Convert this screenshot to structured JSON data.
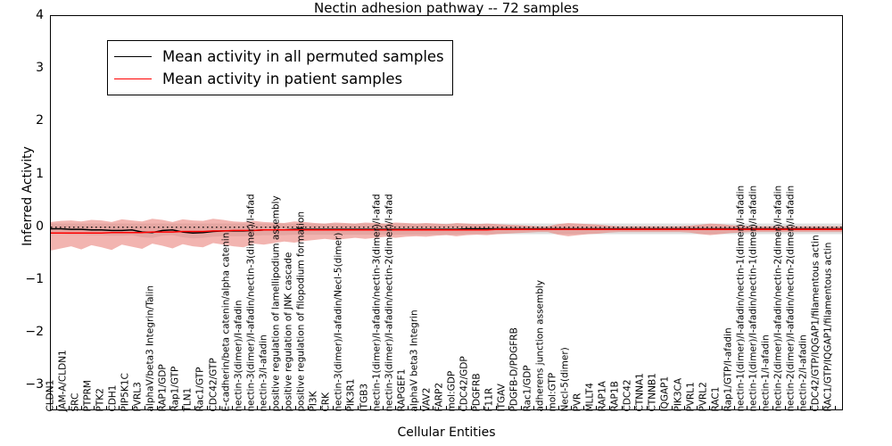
{
  "chart_data": {
    "type": "line",
    "title": "Nectin adhesion pathway -- 72 samples",
    "xlabel": "Cellular Entities",
    "ylabel": "Inferred Activity",
    "ylim": [
      -3.45,
      4.0
    ],
    "yticks": [
      -3,
      -2,
      -1,
      0,
      1,
      2,
      3,
      4
    ],
    "ytick_labels": [
      "−3",
      "−2",
      "−1",
      "0",
      "1",
      "2",
      "3",
      "4"
    ],
    "grid": false,
    "legend_position": "upper left",
    "colors": {
      "permuted_line": "#000000",
      "patient_line": "#ff0000",
      "permuted_band": "#cccccc",
      "patient_band": "#f08080",
      "axis": "#000000",
      "background": "#ffffff"
    },
    "legend": [
      {
        "label": "Mean activity in all permuted samples",
        "color": "#000000"
      },
      {
        "label": "Mean activity in patient samples",
        "color": "#ff0000"
      }
    ],
    "series": [
      {
        "name": "Mean activity in all permuted samples",
        "color": "#000000",
        "values": [
          -0.03,
          -0.03,
          -0.04,
          -0.04,
          -0.05,
          -0.05,
          -0.06,
          -0.06,
          -0.05,
          -0.09,
          -0.1,
          -0.06,
          -0.05,
          -0.09,
          -0.11,
          -0.1,
          -0.08,
          -0.07,
          -0.07,
          -0.07,
          -0.06,
          -0.05,
          -0.05,
          -0.05,
          -0.04,
          -0.04,
          -0.04,
          -0.04,
          -0.04,
          -0.04,
          -0.04,
          -0.04,
          -0.04,
          -0.04,
          -0.04,
          -0.04,
          -0.04,
          -0.04,
          -0.04,
          -0.04,
          -0.04,
          -0.03,
          -0.03,
          -0.03,
          -0.03,
          -0.03,
          -0.03,
          -0.03,
          -0.03,
          -0.03,
          -0.03,
          -0.03,
          -0.03,
          -0.03,
          -0.03,
          -0.03,
          -0.03,
          -0.03,
          -0.03,
          -0.03,
          -0.03,
          -0.03,
          -0.03,
          -0.03,
          -0.03,
          -0.03,
          -0.03,
          -0.03,
          -0.03,
          -0.03,
          -0.03,
          -0.03,
          -0.03,
          -0.03,
          -0.03,
          -0.03,
          -0.03,
          -0.03,
          -0.03
        ]
      },
      {
        "name": "Mean activity in patient samples",
        "color": "#ff0000",
        "values": [
          -0.11,
          -0.11,
          -0.11,
          -0.11,
          -0.11,
          -0.11,
          -0.1,
          -0.1,
          -0.1,
          -0.1,
          -0.09,
          -0.09,
          -0.09,
          -0.08,
          -0.08,
          -0.08,
          -0.07,
          -0.07,
          -0.06,
          -0.06,
          -0.06,
          -0.05,
          -0.05,
          -0.05,
          -0.05,
          -0.05,
          -0.05,
          -0.05,
          -0.05,
          -0.05,
          -0.05,
          -0.05,
          -0.05,
          -0.05,
          -0.05,
          -0.05,
          -0.05,
          -0.05,
          -0.05,
          -0.05,
          -0.05,
          -0.05,
          -0.05,
          -0.05,
          -0.04,
          -0.04,
          -0.04,
          -0.04,
          -0.04,
          -0.04,
          -0.04,
          -0.04,
          -0.04,
          -0.04,
          -0.04,
          -0.04,
          -0.04,
          -0.04,
          -0.04,
          -0.04,
          -0.04,
          -0.04,
          -0.04,
          -0.04,
          -0.04,
          -0.04,
          -0.04,
          -0.04,
          -0.04,
          -0.04,
          -0.04,
          -0.04,
          -0.04,
          -0.04,
          -0.04,
          -0.04,
          -0.04,
          -0.04,
          -0.04
        ]
      }
    ],
    "bands": {
      "permuted": {
        "upper": [
          0.07,
          0.07,
          0.07,
          0.07,
          0.07,
          0.07,
          0.07,
          0.07,
          0.07,
          0.07,
          0.07,
          0.07,
          0.07,
          0.07,
          0.07,
          0.07,
          0.07,
          0.07,
          0.07,
          0.07,
          0.07,
          0.07,
          0.07,
          0.07,
          0.07,
          0.07,
          0.07,
          0.07,
          0.07,
          0.07,
          0.07,
          0.07,
          0.07,
          0.07,
          0.07,
          0.07,
          0.07,
          0.07,
          0.07,
          0.07,
          0.07,
          0.07,
          0.07,
          0.07,
          0.07,
          0.07,
          0.07,
          0.07,
          0.07,
          0.07,
          0.07,
          0.07,
          0.07,
          0.07,
          0.07,
          0.07,
          0.07,
          0.07,
          0.07,
          0.07,
          0.07,
          0.07,
          0.07,
          0.07,
          0.07,
          0.07,
          0.07,
          0.07,
          0.07,
          0.07,
          0.07,
          0.07,
          0.07,
          0.07,
          0.07,
          0.07,
          0.07,
          0.07,
          0.07
        ],
        "lower": [
          -0.13,
          -0.13,
          -0.14,
          -0.14,
          -0.15,
          -0.15,
          -0.16,
          -0.16,
          -0.15,
          -0.19,
          -0.2,
          -0.16,
          -0.15,
          -0.19,
          -0.21,
          -0.2,
          -0.18,
          -0.17,
          -0.17,
          -0.17,
          -0.16,
          -0.15,
          -0.15,
          -0.15,
          -0.14,
          -0.14,
          -0.14,
          -0.14,
          -0.14,
          -0.14,
          -0.14,
          -0.14,
          -0.14,
          -0.14,
          -0.14,
          -0.14,
          -0.14,
          -0.14,
          -0.14,
          -0.14,
          -0.14,
          -0.13,
          -0.13,
          -0.13,
          -0.13,
          -0.13,
          -0.13,
          -0.13,
          -0.13,
          -0.13,
          -0.13,
          -0.13,
          -0.13,
          -0.13,
          -0.13,
          -0.13,
          -0.13,
          -0.13,
          -0.13,
          -0.13,
          -0.13,
          -0.13,
          -0.13,
          -0.13,
          -0.13,
          -0.13,
          -0.13,
          -0.13,
          -0.13,
          -0.13,
          -0.13,
          -0.13,
          -0.13,
          -0.13,
          -0.13,
          -0.13,
          -0.13,
          -0.13,
          -0.13
        ]
      },
      "patient": {
        "upper": [
          0.1,
          0.12,
          0.13,
          0.11,
          0.14,
          0.13,
          0.1,
          0.15,
          0.13,
          0.11,
          0.16,
          0.14,
          0.1,
          0.15,
          0.13,
          0.12,
          0.16,
          0.14,
          0.11,
          0.1,
          0.12,
          0.1,
          0.09,
          0.08,
          0.11,
          0.1,
          0.08,
          0.07,
          0.09,
          0.08,
          0.07,
          0.09,
          0.08,
          0.07,
          0.09,
          0.08,
          0.07,
          0.08,
          0.07,
          0.06,
          0.08,
          0.07,
          0.06,
          0.07,
          0.06,
          0.05,
          0.04,
          0.03,
          0.02,
          0.02,
          0.06,
          0.08,
          0.07,
          0.06,
          0.05,
          0.03,
          0.02,
          0.02,
          0.02,
          0.02,
          0.02,
          0.02,
          0.02,
          0.03,
          0.05,
          0.07,
          0.06,
          0.04,
          0.03,
          0.02,
          0.02,
          0.02,
          0.02,
          0.02,
          0.02,
          0.02,
          0.02,
          0.02,
          0.02
        ],
        "lower": [
          -0.44,
          -0.4,
          -0.36,
          -0.42,
          -0.34,
          -0.38,
          -0.43,
          -0.33,
          -0.37,
          -0.41,
          -0.31,
          -0.35,
          -0.4,
          -0.32,
          -0.36,
          -0.38,
          -0.3,
          -0.33,
          -0.36,
          -0.38,
          -0.31,
          -0.33,
          -0.3,
          -0.27,
          -0.29,
          -0.26,
          -0.24,
          -0.22,
          -0.24,
          -0.22,
          -0.2,
          -0.22,
          -0.2,
          -0.18,
          -0.2,
          -0.18,
          -0.17,
          -0.18,
          -0.16,
          -0.15,
          -0.17,
          -0.15,
          -0.14,
          -0.15,
          -0.13,
          -0.12,
          -0.11,
          -0.1,
          -0.09,
          -0.09,
          -0.14,
          -0.17,
          -0.15,
          -0.13,
          -0.12,
          -0.1,
          -0.09,
          -0.09,
          -0.09,
          -0.09,
          -0.09,
          -0.09,
          -0.09,
          -0.1,
          -0.13,
          -0.15,
          -0.13,
          -0.11,
          -0.1,
          -0.09,
          -0.09,
          -0.09,
          -0.09,
          -0.09,
          -0.09,
          -0.09,
          -0.09,
          -0.09,
          -0.09
        ]
      }
    },
    "categories": [
      "CLDN1",
      "JAM-A/CLDN1",
      "SRC",
      "PTPRM",
      "PTK2",
      "CDH1",
      "PIP5K1C",
      "PVRL3",
      "alphaV/beta3 Integrin/Talin",
      "RAP1/GDP",
      "Rap1/GTP",
      "TLN1",
      "Rac1/GTP",
      "CDC42/GTP",
      "E-cadherin/beta catenin/alpha catenin",
      "nectin-3(dimer)/I-afadin",
      "nectin-3(dimer)/I-afadin/nectin-3(dimer)/I-afad",
      "nectin-3/I-afadin",
      "positive regulation of lamellipodium assembly",
      "positive regulation of JNK cascade",
      "positive regulation of filopodium formation",
      "PI3K",
      "CRK",
      "nectin-3(dimer)/I-afadin/Necl-5(dimer)",
      "PIK3R1",
      "ITGB3",
      "nectin-1(dimer)/I-afadin/nectin-3(dimer)/I-afad",
      "nectin-3(dimer)/I-afadin/nectin-2(dimer)/I-afad",
      "RAPGEF1",
      "alphaV beta3 Integrin",
      "VAV2",
      "FARP2",
      "mol:GDP",
      "CDC42/GDP",
      "PDGFRB",
      "F11R",
      "ITGAV",
      "PDGFB-D/PDGFRB",
      "Rac1/GDP",
      "adherens junction assembly",
      "mol:GTP",
      "Necl-5(dimer)",
      "PVR",
      "MLLT4",
      "RAP1A",
      "RAP1B",
      "CDC42",
      "CTNNA1",
      "CTNNB1",
      "IQGAP1",
      "PIK3CA",
      "PVRL1",
      "PVRL2",
      "RAC1",
      "Rap1/GTP/I-afadin",
      "nectin-1(dimer)/I-afadin/nectin-1(dimer)/I-afadin",
      "nectin-1(dimer)/I-afadin/nectin-1(dimer)/I-afadin",
      "nectin-1/I-afadin",
      "nectin-2(dimer)/I-afadin/nectin-2(dimer)/I-afadin",
      "nectin-2(dimer)/I-afadin/nectin-2(dimer)/I-afadin",
      "nectin-2/I-afadin",
      "CDC42/GTP/IQGAP1/filamentous actin",
      "RAC1/GTP/IQGAP1/filamentous actin"
    ]
  }
}
